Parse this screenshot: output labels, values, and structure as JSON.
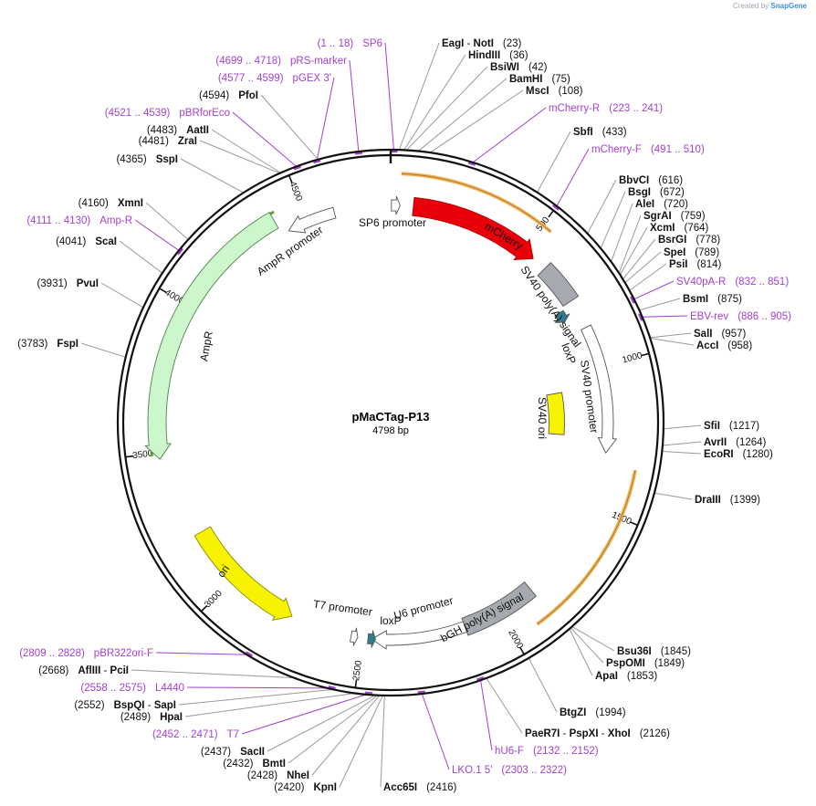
{
  "credit": {
    "prefix": "Created by",
    "brand": "SnapGene"
  },
  "plasmid": {
    "name": "pMaCTag-P13",
    "length_label": "4798 bp",
    "length": 4798
  },
  "ticks": [
    "500",
    "1000",
    "1500",
    "2000",
    "2500",
    "3000",
    "3500",
    "4000",
    "4500"
  ],
  "features": [
    {
      "name": "SP6 promoter",
      "label": "SP6 promoter",
      "color": "#ffffff"
    },
    {
      "name": "mCherry",
      "label": "mCherry",
      "color": "#e8000b"
    },
    {
      "name": "SV40 poly(A) signal",
      "label": "SV40 poly(A) signal",
      "color": "#a6aab0"
    },
    {
      "name": "loxP",
      "label": "loxP",
      "color": "#2d7d8f"
    },
    {
      "name": "SV40 promoter",
      "label": "SV40 promoter",
      "color": "#ffffff"
    },
    {
      "name": "SV40 ori",
      "label": "SV40 ori",
      "color": "#f7f200"
    },
    {
      "name": "bGH poly(A) signal",
      "label": "bGH poly(A) signal",
      "color": "#a6aab0"
    },
    {
      "name": "U6 promoter",
      "label": "U6 promoter",
      "color": "#ffffff"
    },
    {
      "name": "loxP 2",
      "label": "loxP",
      "color": "#2d7d8f"
    },
    {
      "name": "T7 promoter",
      "label": "T7 promoter",
      "color": "#ffffff"
    },
    {
      "name": "ori",
      "label": "ori",
      "color": "#f7f200"
    },
    {
      "name": "AmpR",
      "label": "AmpR",
      "color": "#ccf7cc"
    },
    {
      "name": "AmpR promoter",
      "label": "AmpR promoter",
      "color": "#ffffff"
    }
  ],
  "right_labels": [
    {
      "kind": "site",
      "parts": [
        "EagI",
        " - ",
        "NotI"
      ],
      "pos": "(23)"
    },
    {
      "kind": "site",
      "parts": [
        "HindIII"
      ],
      "pos": "(36)"
    },
    {
      "kind": "site",
      "parts": [
        "BsiWI"
      ],
      "pos": "(42)"
    },
    {
      "kind": "site",
      "parts": [
        "BamHI"
      ],
      "pos": "(75)"
    },
    {
      "kind": "site",
      "parts": [
        "MscI"
      ],
      "pos": "(108)"
    },
    {
      "kind": "primer",
      "parts": [
        "mCherry-R"
      ],
      "pos": "(223 .. 241)"
    },
    {
      "kind": "site",
      "parts": [
        "SbfI"
      ],
      "pos": "(433)"
    },
    {
      "kind": "primer",
      "parts": [
        "mCherry-F"
      ],
      "pos": "(491 .. 510)"
    },
    {
      "kind": "site",
      "parts": [
        "BbvCI"
      ],
      "pos": "(616)"
    },
    {
      "kind": "site",
      "parts": [
        "BsgI"
      ],
      "pos": "(672)"
    },
    {
      "kind": "site",
      "parts": [
        "AleI"
      ],
      "pos": "(720)"
    },
    {
      "kind": "site",
      "parts": [
        "SgrAI"
      ],
      "pos": "(759)"
    },
    {
      "kind": "site",
      "parts": [
        "XcmI"
      ],
      "pos": "(764)"
    },
    {
      "kind": "site",
      "parts": [
        "BsrGI"
      ],
      "pos": "(778)"
    },
    {
      "kind": "site",
      "parts": [
        "SpeI"
      ],
      "pos": "(789)"
    },
    {
      "kind": "site",
      "parts": [
        "PsiI"
      ],
      "pos": "(814)"
    },
    {
      "kind": "primer",
      "parts": [
        "SV40pA-R"
      ],
      "pos": "(832 .. 851)"
    },
    {
      "kind": "site",
      "parts": [
        "BsmI"
      ],
      "pos": "(875)"
    },
    {
      "kind": "primer",
      "parts": [
        "EBV-rev"
      ],
      "pos": "(886 .. 905)"
    },
    {
      "kind": "site",
      "parts": [
        "SalI"
      ],
      "pos": "(957)"
    },
    {
      "kind": "site",
      "parts": [
        "AccI"
      ],
      "pos": "(958)"
    },
    {
      "kind": "site",
      "parts": [
        "SfiI"
      ],
      "pos": "(1217)"
    },
    {
      "kind": "site",
      "parts": [
        "AvrII"
      ],
      "pos": "(1264)"
    },
    {
      "kind": "site",
      "parts": [
        "EcoRI"
      ],
      "pos": "(1280)"
    },
    {
      "kind": "site",
      "parts": [
        "DraIII"
      ],
      "pos": "(1399)"
    },
    {
      "kind": "site",
      "parts": [
        "Bsu36I"
      ],
      "pos": "(1845)"
    },
    {
      "kind": "site",
      "parts": [
        "PspOMI"
      ],
      "pos": "(1849)"
    },
    {
      "kind": "site",
      "parts": [
        "ApaI"
      ],
      "pos": "(1853)"
    },
    {
      "kind": "site",
      "parts": [
        "BtgZI"
      ],
      "pos": "(1994)"
    },
    {
      "kind": "site",
      "parts": [
        "PaeR7I",
        " - ",
        "PspXI",
        " - ",
        "XhoI"
      ],
      "pos": "(2126)"
    },
    {
      "kind": "primer",
      "parts": [
        "hU6-F"
      ],
      "pos": "(2132 .. 2152)"
    },
    {
      "kind": "primer",
      "parts": [
        "LKO.1 5'"
      ],
      "pos": "(2303 .. 2322)"
    },
    {
      "kind": "site",
      "parts": [
        "Acc65I"
      ],
      "pos": "(2416)"
    }
  ],
  "left_labels": [
    {
      "kind": "primer",
      "parts": [
        "SP6"
      ],
      "pos": "(1 .. 18)"
    },
    {
      "kind": "primer",
      "parts": [
        "pRS-marker"
      ],
      "pos": "(4699 .. 4718)"
    },
    {
      "kind": "primer",
      "parts": [
        "pGEX 3'"
      ],
      "pos": "(4577 .. 4599)"
    },
    {
      "kind": "site",
      "parts": [
        "PfoI"
      ],
      "pos": "(4594)"
    },
    {
      "kind": "primer",
      "parts": [
        "pBRforEco"
      ],
      "pos": "(4521 .. 4539)"
    },
    {
      "kind": "site",
      "parts": [
        "AatII"
      ],
      "pos": "(4483)"
    },
    {
      "kind": "site",
      "parts": [
        "ZraI"
      ],
      "pos": "(4481)"
    },
    {
      "kind": "site",
      "parts": [
        "SspI"
      ],
      "pos": "(4365)"
    },
    {
      "kind": "site",
      "parts": [
        "XmnI"
      ],
      "pos": "(4160)"
    },
    {
      "kind": "primer",
      "parts": [
        "Amp-R"
      ],
      "pos": "(4111 .. 4130)"
    },
    {
      "kind": "site",
      "parts": [
        "ScaI"
      ],
      "pos": "(4041)"
    },
    {
      "kind": "site",
      "parts": [
        "PvuI"
      ],
      "pos": "(3931)"
    },
    {
      "kind": "site",
      "parts": [
        "FspI"
      ],
      "pos": "(3783)"
    },
    {
      "kind": "primer",
      "parts": [
        "pBR322ori-F"
      ],
      "pos": "(2809 .. 2828)"
    },
    {
      "kind": "site",
      "parts": [
        "AflIII",
        " - ",
        "PciI"
      ],
      "pos": "(2668)"
    },
    {
      "kind": "primer",
      "parts": [
        "L4440"
      ],
      "pos": "(2558 .. 2575)"
    },
    {
      "kind": "site",
      "parts": [
        "BspQI",
        " - ",
        "SapI"
      ],
      "pos": "(2552)"
    },
    {
      "kind": "site",
      "parts": [
        "HpaI"
      ],
      "pos": "(2489)"
    },
    {
      "kind": "primer",
      "parts": [
        "T7"
      ],
      "pos": "(2452 .. 2471)"
    },
    {
      "kind": "site",
      "parts": [
        "SacII"
      ],
      "pos": "(2437)"
    },
    {
      "kind": "site",
      "parts": [
        "BmtI"
      ],
      "pos": "(2432)"
    },
    {
      "kind": "site",
      "parts": [
        "NheI"
      ],
      "pos": "(2428)"
    },
    {
      "kind": "site",
      "parts": [
        "KpnI"
      ],
      "pos": "(2420)"
    }
  ],
  "colors": {
    "primer": "#a43fd1",
    "ring": "#111111",
    "orf_arc": "#f2b45a",
    "leader": "#999999"
  }
}
